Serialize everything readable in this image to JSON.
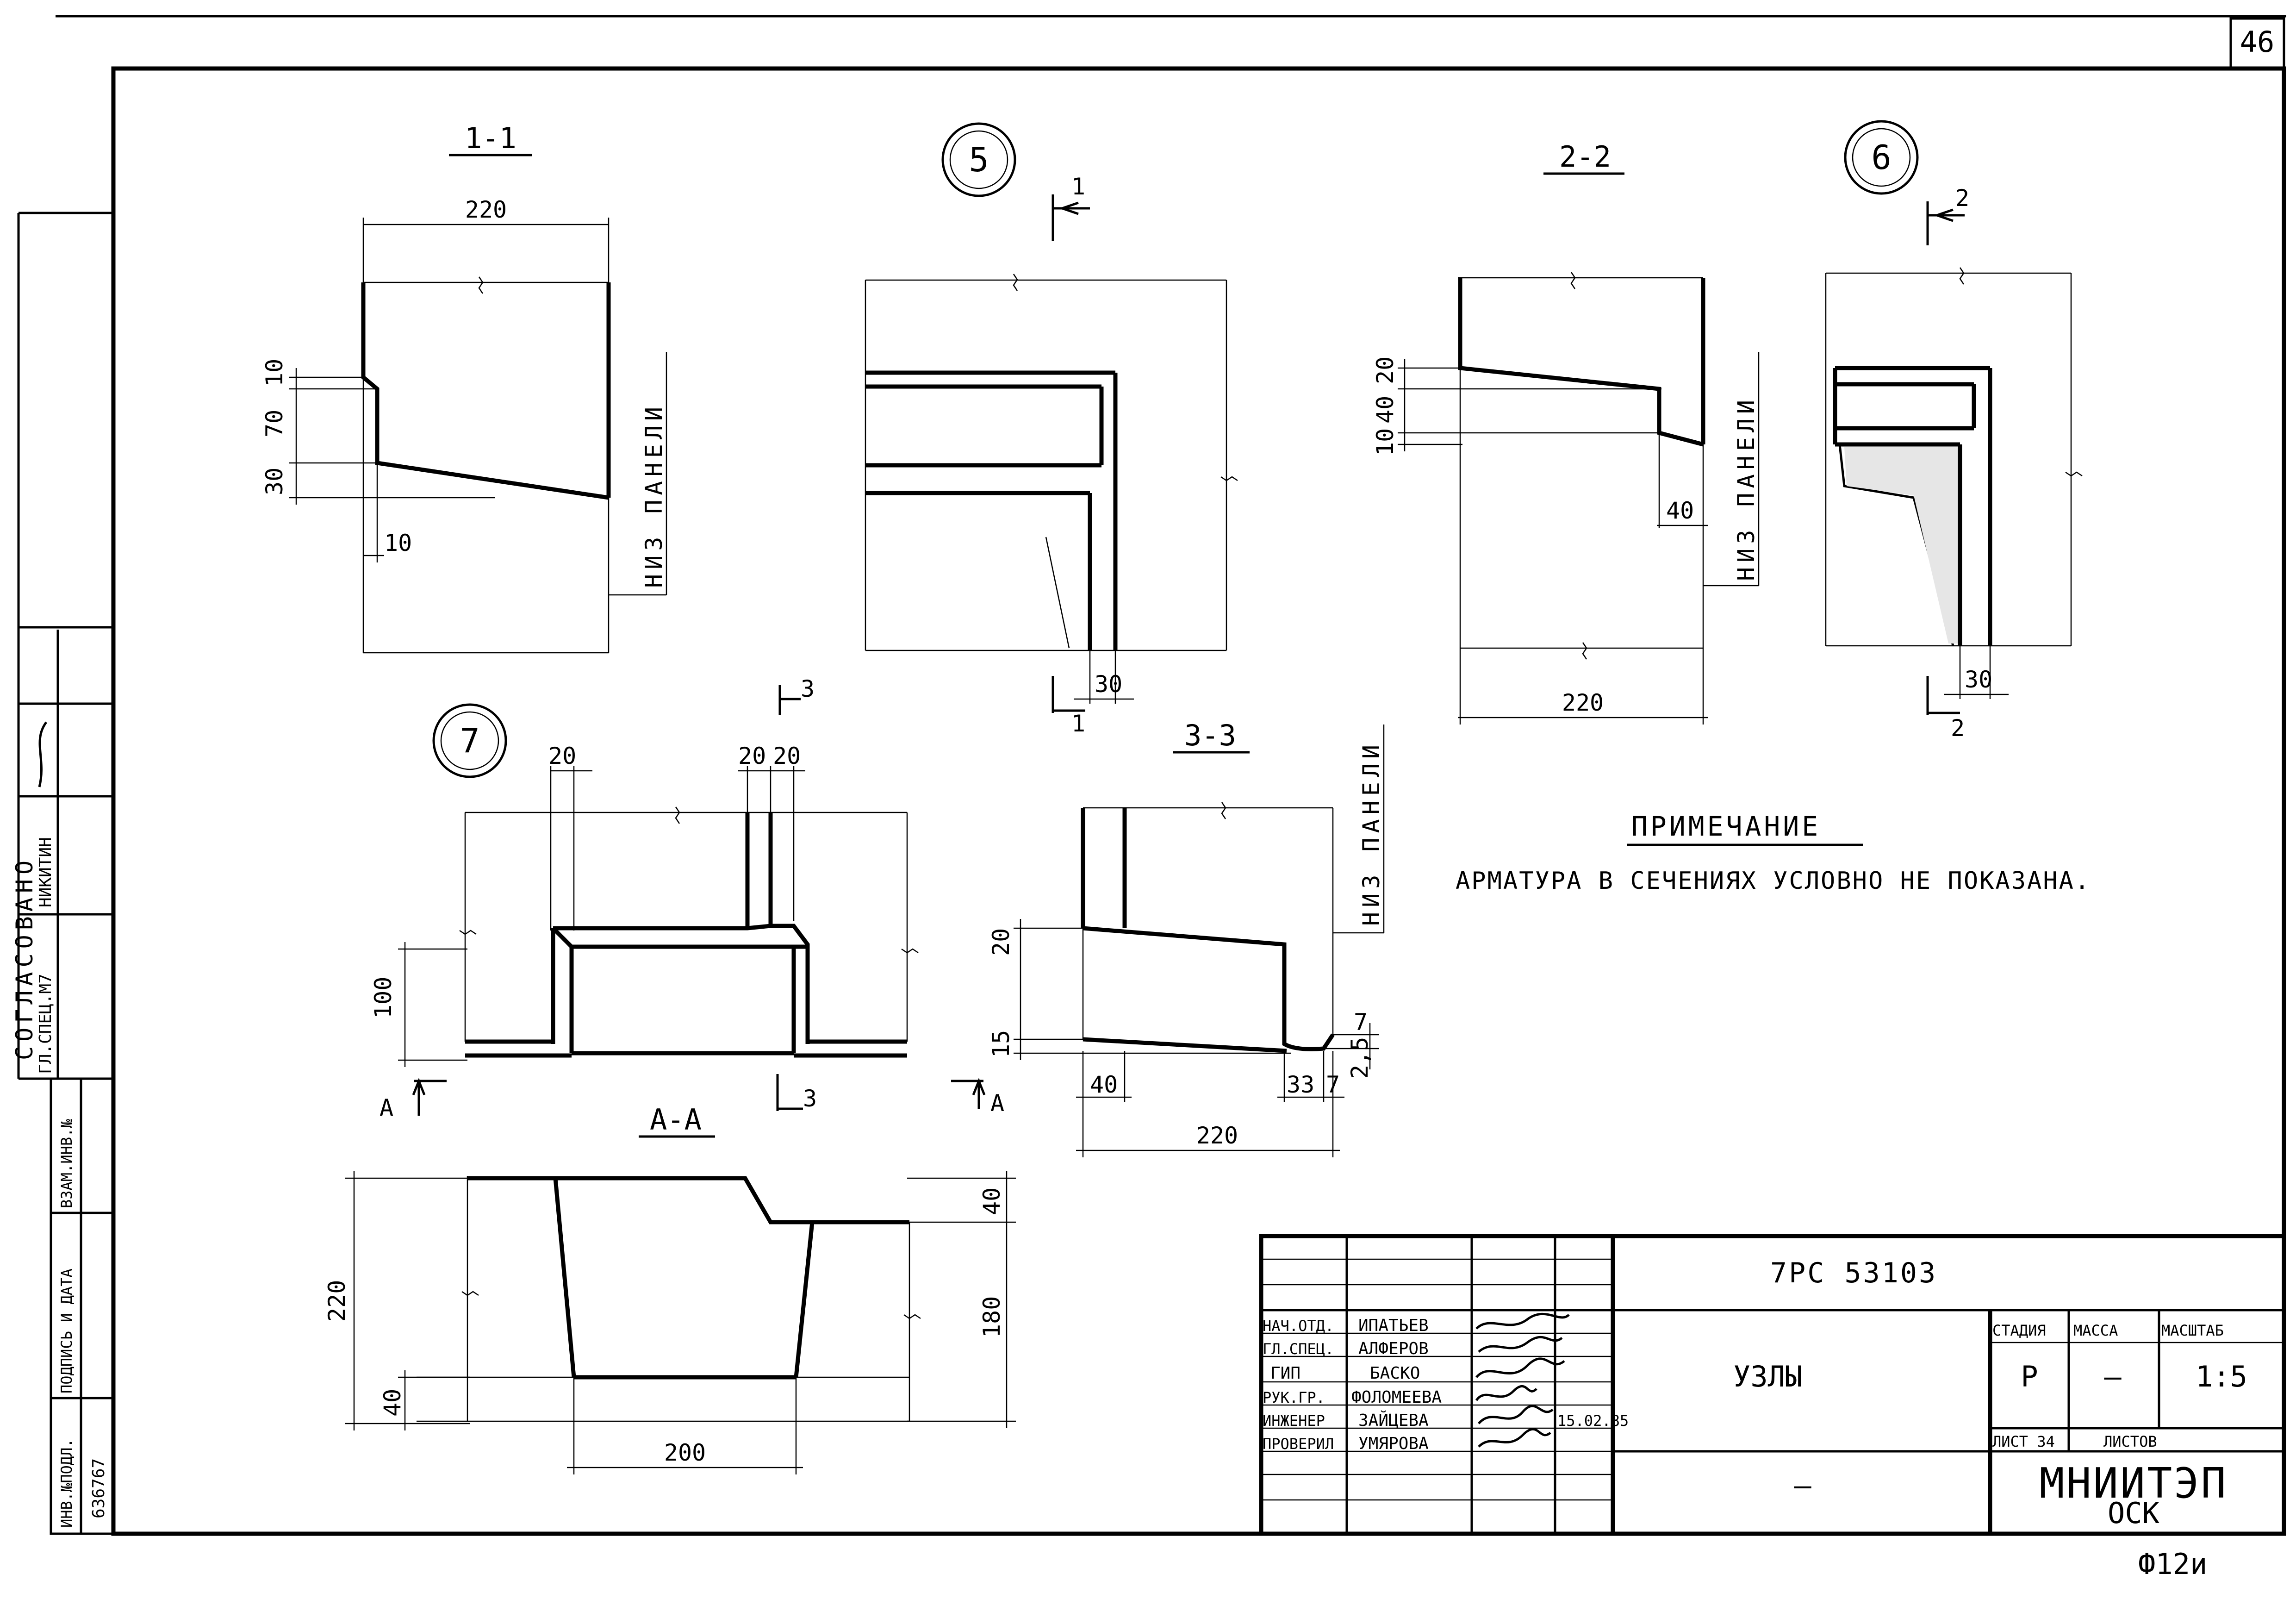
{
  "sheet": {
    "page_number": "46",
    "bottom_code": "Ф12и"
  },
  "sections": {
    "s11_title": "1-1",
    "s22_title": "2-2",
    "s33_title": "3-3",
    "aa_title": "А-А",
    "node5": "5",
    "node6": "6",
    "node7": "7"
  },
  "labels": {
    "panel_bottom": "НИЗ ПАНЕЛИ",
    "cut_1": "1",
    "cut_2": "2",
    "cut_3": "3",
    "cut_a": "А"
  },
  "dims": {
    "d220": "220",
    "d10": "10",
    "d70": "70",
    "d30": "30",
    "d20": "20",
    "d40": "40",
    "d100": "100",
    "d15": "15",
    "d7": "7",
    "d2_5": "2,5",
    "d33": "33",
    "d180": "180",
    "d200": "200"
  },
  "note": {
    "heading": "ПРИМЕЧАНИЕ",
    "text": "АРМАТУРА В СЕЧЕНИЯХ УСЛОВНО НЕ ПОКАЗАНА."
  },
  "left_strip": {
    "agreed": "СОГЛАСОВАНО",
    "role": "ГЛ.СПЕЦ.М7",
    "person": "НИКИТИН",
    "inv_orig": "ИНВ.№ПОДЛ.",
    "sign_date": "ПОДПИСЬ И ДАТА",
    "inv_replace": "ВЗАМ.ИНВ.№",
    "inv_number": "636767"
  },
  "title_block": {
    "code": "7РС 53103",
    "name": "УЗЛЫ",
    "stage_h": "СТАДИЯ",
    "mass_h": "МАССА",
    "scale_h": "МАСШТАБ",
    "stage": "Р",
    "mass": "—",
    "scale": "1:5",
    "sheet_label": "ЛИСТ 34",
    "sheets_label": "ЛИСТОВ",
    "dash": "—",
    "org": "МНИИТЭП",
    "org_sub": "ОСК",
    "date": "15.02.85",
    "rows": [
      {
        "role": "НАЧ.ОТД.",
        "name": "ИПАТЬЕВ"
      },
      {
        "role": "ГЛ.СПЕЦ.",
        "name": "АЛФЕРОВ"
      },
      {
        "role": "ГИП",
        "name": "БАСКО"
      },
      {
        "role": "РУК.ГР.",
        "name": "ФОЛОМЕЕВА"
      },
      {
        "role": "ИНЖЕНЕР",
        "name": "ЗАЙЦЕВА"
      },
      {
        "role": "ПРОВЕРИЛ",
        "name": "УМЯРОВА"
      }
    ]
  }
}
